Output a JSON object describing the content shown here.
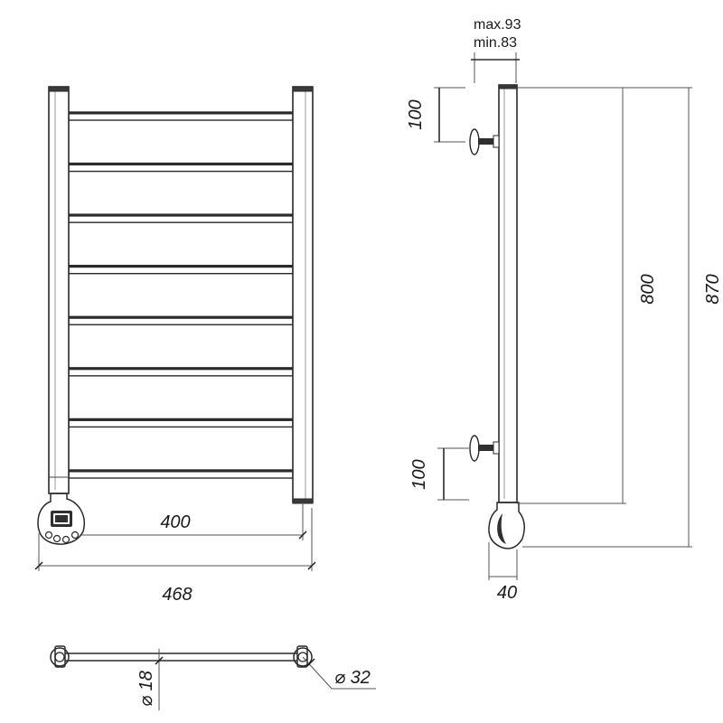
{
  "front_view": {
    "rung_count": 8,
    "dim_inner_width": "400",
    "dim_overall_width": "468"
  },
  "side_view": {
    "depth_max": "max.93",
    "depth_min": "min.83",
    "bracket_top_offset": "100",
    "bracket_bottom_offset": "100",
    "dim_inner_height": "800",
    "dim_overall_height": "870",
    "dim_depth": "40"
  },
  "top_view": {
    "tube_diameter": "⌀ 18",
    "mount_diameter": "⌀ 32"
  },
  "colors": {
    "line": "#2a2a2a",
    "background": "#ffffff"
  }
}
